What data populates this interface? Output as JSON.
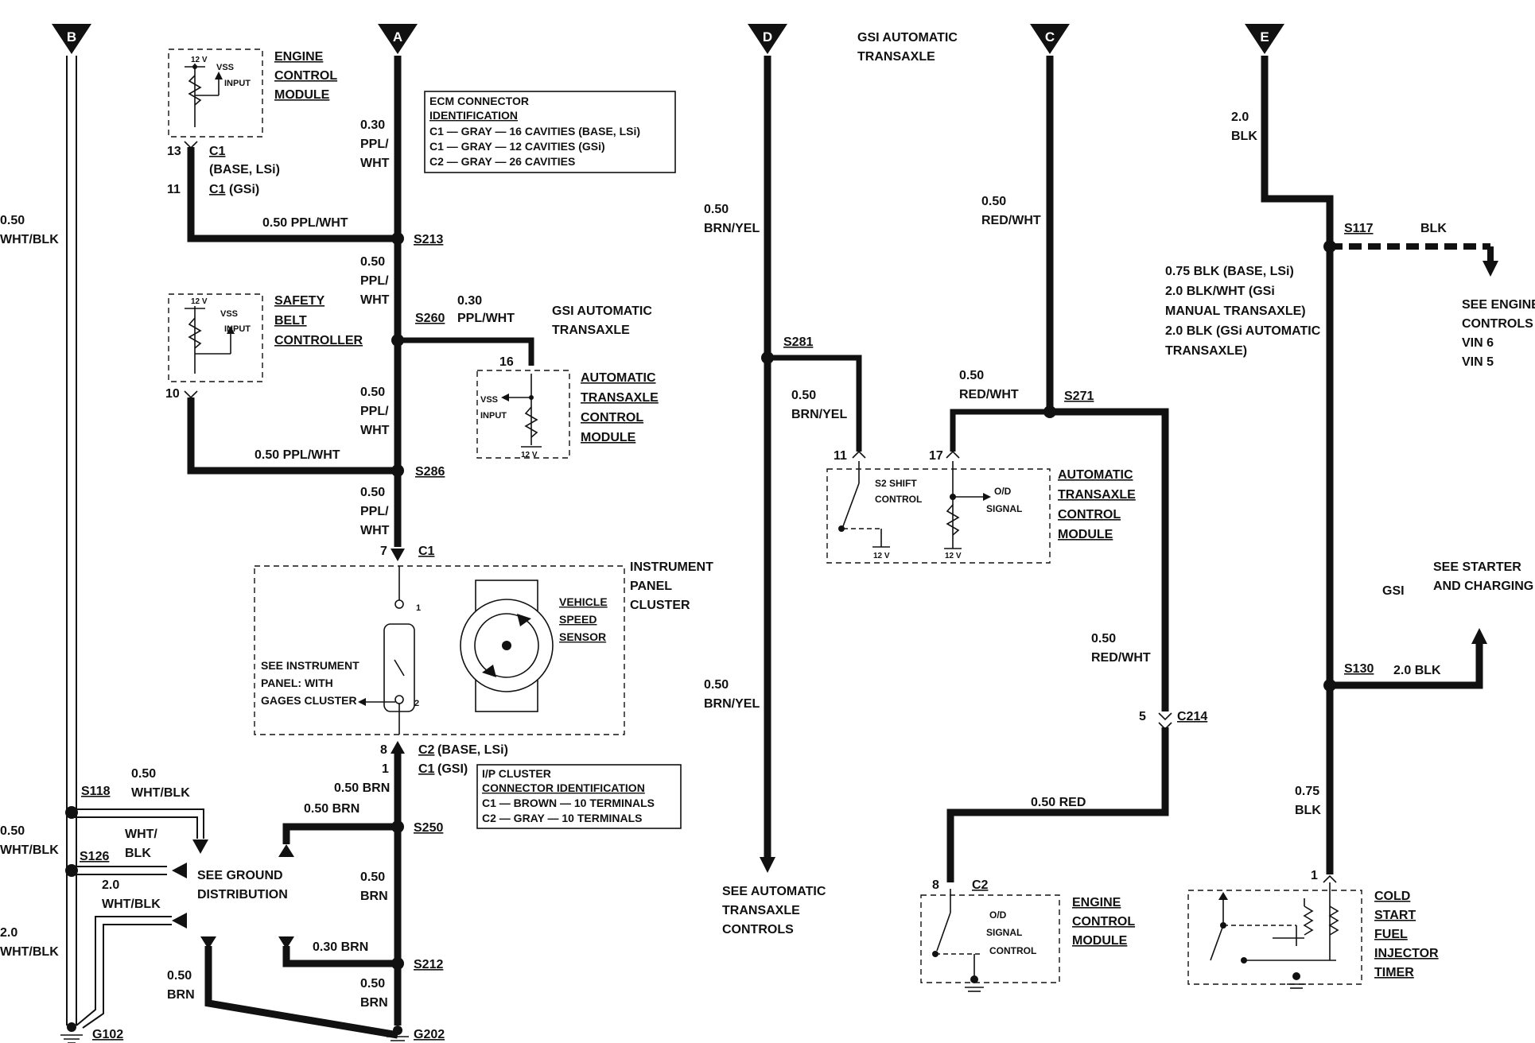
{
  "title": "",
  "connectors_top": [
    {
      "id": "B"
    },
    {
      "id": "A"
    },
    {
      "id": "D"
    },
    {
      "id": "C"
    },
    {
      "id": "E"
    }
  ],
  "modules": {
    "ecm_top": {
      "lines": [
        "ENGINE",
        "CONTROL",
        "MODULE"
      ],
      "in_12v": "12 V",
      "in_label": [
        "VSS",
        "INPUT"
      ]
    },
    "safety_belt": {
      "lines": [
        "SAFETY",
        "BELT",
        "CONTROLLER"
      ],
      "in_12v": "12 V",
      "in_label": [
        "VSS",
        "INPUT"
      ]
    },
    "atcm_mid": {
      "lines": [
        "AUTOMATIC",
        "TRANSAXLE",
        "CONTROL",
        "MODULE"
      ],
      "in_12v": "12 V",
      "in_label": [
        "VSS",
        "INPUT"
      ]
    },
    "ipc": {
      "lines": [
        "INSTRUMENT",
        "PANEL",
        "CLUSTER"
      ],
      "see": [
        "SEE INSTRUMENT",
        "PANEL: WITH",
        "GAGES CLUSTER"
      ],
      "vss": [
        "VEHICLE",
        "SPEED",
        "SENSOR"
      ]
    },
    "atcm_right": {
      "lines": [
        "AUTOMATIC",
        "TRANSAXLE",
        "CONTROL",
        "MODULE"
      ],
      "s2": [
        "S2 SHIFT",
        "CONTROL"
      ],
      "od": [
        "O/D",
        "SIGNAL"
      ],
      "v1": "12 V",
      "v2": "12 V"
    },
    "ecm_bottom": {
      "lines": [
        "ENGINE",
        "CONTROL",
        "MODULE"
      ],
      "od": [
        "O/D",
        "SIGNAL",
        "CONTROL"
      ]
    },
    "cold_start": {
      "lines": [
        "COLD",
        "START",
        "FUEL",
        "INJECTOR",
        "TIMER"
      ]
    }
  },
  "ecm_connector_table": {
    "title": [
      "ECM CONNECTOR",
      "IDENTIFICATION"
    ],
    "rows": [
      "C1 — GRAY — 16 CAVITIES (BASE, LSi)",
      "C1 — GRAY — 12 CAVITIES (GSi)",
      "C2 — GRAY — 26 CAVITIES"
    ]
  },
  "ip_connector_table": {
    "title": [
      "I/P CLUSTER",
      "CONNECTOR IDENTIFICATION"
    ],
    "rows": [
      "C1 — BROWN — 10 TERMINALS",
      "C2 — GRAY — 10 TERMINALS"
    ]
  },
  "labels": {
    "gsi_auto_top": [
      "GSI AUTOMATIC",
      "TRANSAXLE"
    ],
    "gsi_auto_mid": [
      "GSI AUTOMATIC",
      "TRANSAXLE"
    ],
    "b_wire": [
      "0.50",
      "WHT/BLK"
    ],
    "c1_ecm": {
      "pin13": "13",
      "pin11": "11",
      "c1": "C1",
      "base": "(BASE, LSi)",
      "c1gsi": "C1",
      "gsi": "(GSi)"
    },
    "a_wire_top": [
      "0.30",
      "PPL/",
      "WHT"
    ],
    "w_050ppl_top": "0.50 PPL/WHT",
    "s213": "S213",
    "a_wire_2": [
      "0.50",
      "PPL/",
      "WHT"
    ],
    "s260": "S260",
    "w_030ppl": [
      "0.30",
      "PPL/WHT"
    ],
    "pin16": "16",
    "pin10": "10",
    "a_wire_3": [
      "0.50",
      "PPL/",
      "WHT"
    ],
    "w_050ppl_bot": "0.50 PPL/WHT",
    "s286": "S286",
    "a_wire_4": [
      "0.50",
      "PPL/",
      "WHT"
    ],
    "pin7": "7",
    "c1_ipc": "C1",
    "pin_1": "1",
    "pin_2": "2",
    "pin8": "8",
    "c2_ipc": "C2",
    "c2_base": "(BASE, LSi)",
    "pin1b": "1",
    "c1_gsi_ipc": "C1",
    "c1_gsi": "(GSI)",
    "w_050brn_a": "0.50 BRN",
    "w_050brn_b": "0.50 BRN",
    "s250": "S250",
    "w_050brn_c": [
      "0.50",
      "BRN"
    ],
    "w_030brn": "0.30 BRN",
    "s212": "S212",
    "w_050brn_d": [
      "0.50",
      "BRN"
    ],
    "w_050brn_e": [
      "0.50",
      "BRN"
    ],
    "g202": "G202",
    "s118": "S118",
    "w_050whtblk": [
      "0.50",
      "WHT/BLK"
    ],
    "w_050whtblk_l": [
      "0.50",
      "WHT/BLK"
    ],
    "s126": "S126",
    "wht_blk": [
      "WHT/",
      "BLK"
    ],
    "w_20whtblk": [
      "2.0",
      "WHT/BLK"
    ],
    "w_20whtblk_l": [
      "2.0",
      "WHT/BLK"
    ],
    "g102": "G102",
    "see_ground": [
      "SEE GROUND",
      "DISTRIBUTION"
    ],
    "d_wire_top": [
      "0.50",
      "BRN/YEL"
    ],
    "s281": "S281",
    "d_branch": [
      "0.50",
      "BRN/YEL"
    ],
    "d_wire_bot": [
      "0.50",
      "BRN/YEL"
    ],
    "see_auto": [
      "SEE AUTOMATIC",
      "TRANSAXLE",
      "CONTROLS"
    ],
    "c_wire_top": [
      "0.50",
      "RED/WHT"
    ],
    "c_branch": [
      "0.50",
      "RED/WHT"
    ],
    "s271": "S271",
    "pin11r": "11",
    "pin17r": "17",
    "c_wire_right": [
      "0.50",
      "RED/WHT"
    ],
    "pin5": "5",
    "c214": "C214",
    "w_050red": "0.50 RED",
    "pin8b": "8",
    "c2_ecm": "C2",
    "e_wire_top": [
      "2.0",
      "BLK"
    ],
    "s117": "S117",
    "blk": "BLK",
    "e_note": [
      "0.75 BLK (BASE, LSi)",
      "2.0 BLK/WHT (GSi",
      "MANUAL TRANSAXLE)",
      "2.0 BLK (GSi AUTOMATIC",
      "TRANSAXLE)"
    ],
    "see_engine": [
      "SEE ENGINE",
      "CONTROLS",
      "VIN 6",
      "VIN 5"
    ],
    "gsi": "GSI",
    "see_starter": [
      "SEE STARTER",
      "AND CHARGING"
    ],
    "s130": "S130",
    "w_20blk": "2.0 BLK",
    "e_wire_bot": [
      "0.75",
      "BLK"
    ],
    "pin1c": "1"
  }
}
